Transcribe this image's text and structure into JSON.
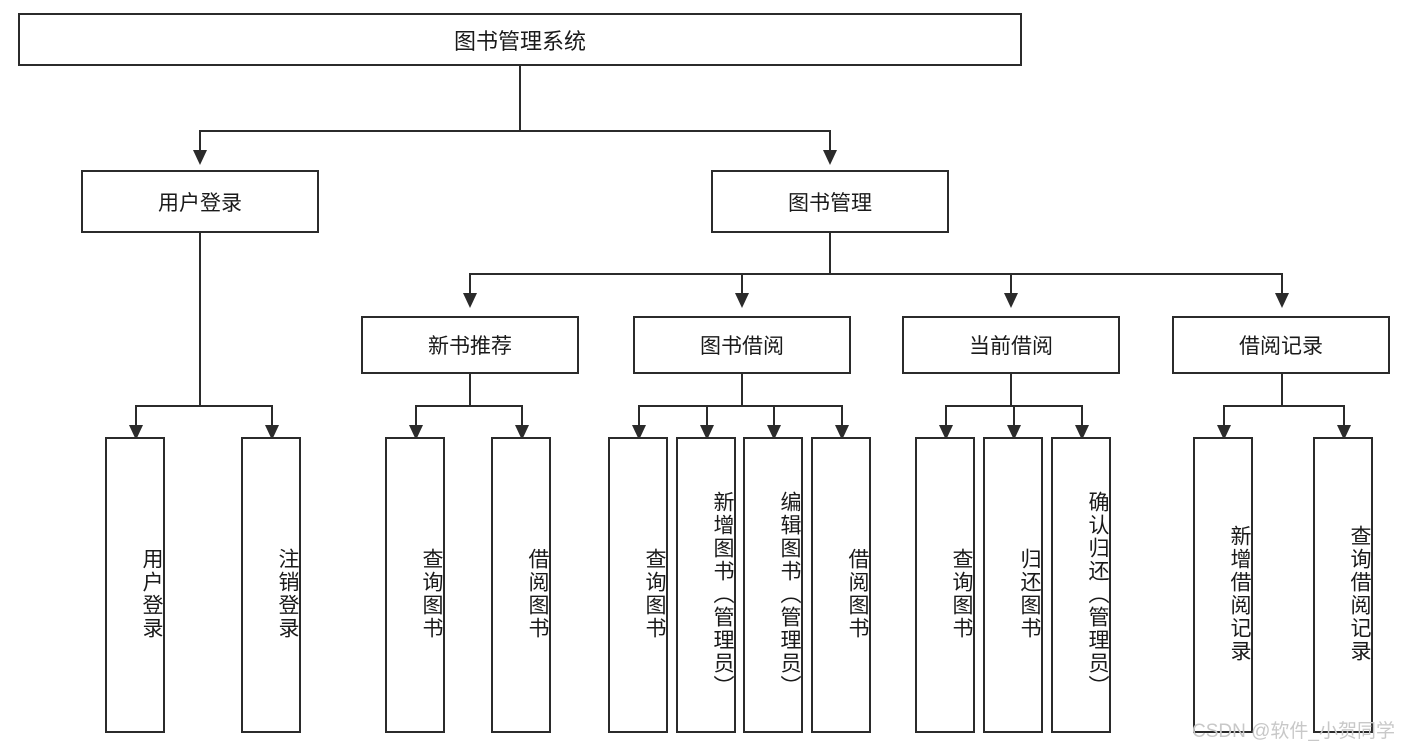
{
  "diagram": {
    "type": "tree-hierarchy",
    "title": "图书管理系统",
    "root": {
      "label": "图书管理系统"
    },
    "level1": [
      {
        "label": "用户登录"
      },
      {
        "label": "图书管理"
      }
    ],
    "level2": [
      {
        "label": "新书推荐"
      },
      {
        "label": "图书借阅"
      },
      {
        "label": "当前借阅"
      },
      {
        "label": "借阅记录"
      }
    ],
    "leaves": {
      "user_login": [
        {
          "label": "用户登录"
        },
        {
          "label": "注销登录"
        }
      ],
      "new_book": [
        {
          "label": "查询图书"
        },
        {
          "label": "借阅图书"
        }
      ],
      "book_borrow": [
        {
          "label": "查询图书"
        },
        {
          "label": "新增图书（管理员）"
        },
        {
          "label": "编辑图书（管理员）"
        },
        {
          "label": "借阅图书"
        }
      ],
      "current_borrow": [
        {
          "label": "查询图书"
        },
        {
          "label": "归还图书"
        },
        {
          "label": "确认归还（管理员）"
        }
      ],
      "borrow_record": [
        {
          "label": "新增借阅记录"
        },
        {
          "label": "查询借阅记录"
        }
      ]
    }
  },
  "colors": {
    "stroke": "#2b2b2b",
    "fill": "#ffffff",
    "text": "#1a1a1a",
    "watermark": "#c8c8c8"
  },
  "watermark": {
    "text": "CSDN @软件_小贺同学"
  }
}
